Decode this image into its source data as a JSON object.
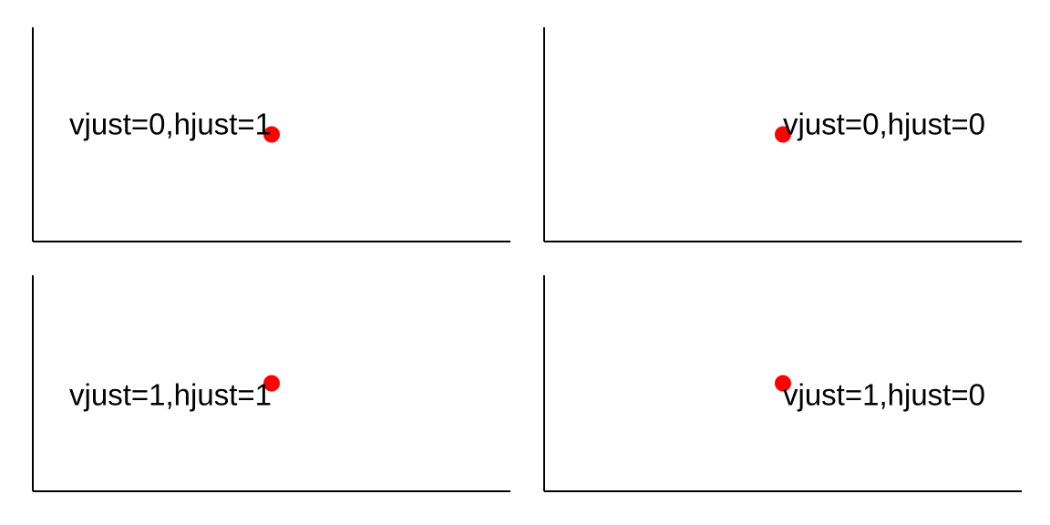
{
  "chart_data": [
    {
      "type": "scatter",
      "x": [
        0.5
      ],
      "y": [
        0.5
      ],
      "xlim": [
        0,
        1
      ],
      "ylim": [
        0,
        1
      ],
      "grid": false,
      "label": {
        "text": "vjust=0,hjust=1",
        "x": 0.5,
        "y": 0.5,
        "vjust": 0,
        "hjust": 1
      }
    },
    {
      "type": "scatter",
      "x": [
        0.5
      ],
      "y": [
        0.5
      ],
      "xlim": [
        0,
        1
      ],
      "ylim": [
        0,
        1
      ],
      "grid": false,
      "label": {
        "text": "vjust=0,hjust=0",
        "x": 0.5,
        "y": 0.5,
        "vjust": 0,
        "hjust": 0
      }
    },
    {
      "type": "scatter",
      "x": [
        0.5
      ],
      "y": [
        0.5
      ],
      "xlim": [
        0,
        1
      ],
      "ylim": [
        0,
        1
      ],
      "grid": false,
      "label": {
        "text": "vjust=1,hjust=1",
        "x": 0.5,
        "y": 0.5,
        "vjust": 1,
        "hjust": 1
      }
    },
    {
      "type": "scatter",
      "x": [
        0.5
      ],
      "y": [
        0.5
      ],
      "xlim": [
        0,
        1
      ],
      "ylim": [
        0,
        1
      ],
      "grid": false,
      "label": {
        "text": "vjust=1,hjust=0",
        "x": 0.5,
        "y": 0.5,
        "vjust": 1,
        "hjust": 0
      }
    }
  ],
  "colors": {
    "point": "#ff0000",
    "axis": "#000000",
    "text": "#000000"
  }
}
